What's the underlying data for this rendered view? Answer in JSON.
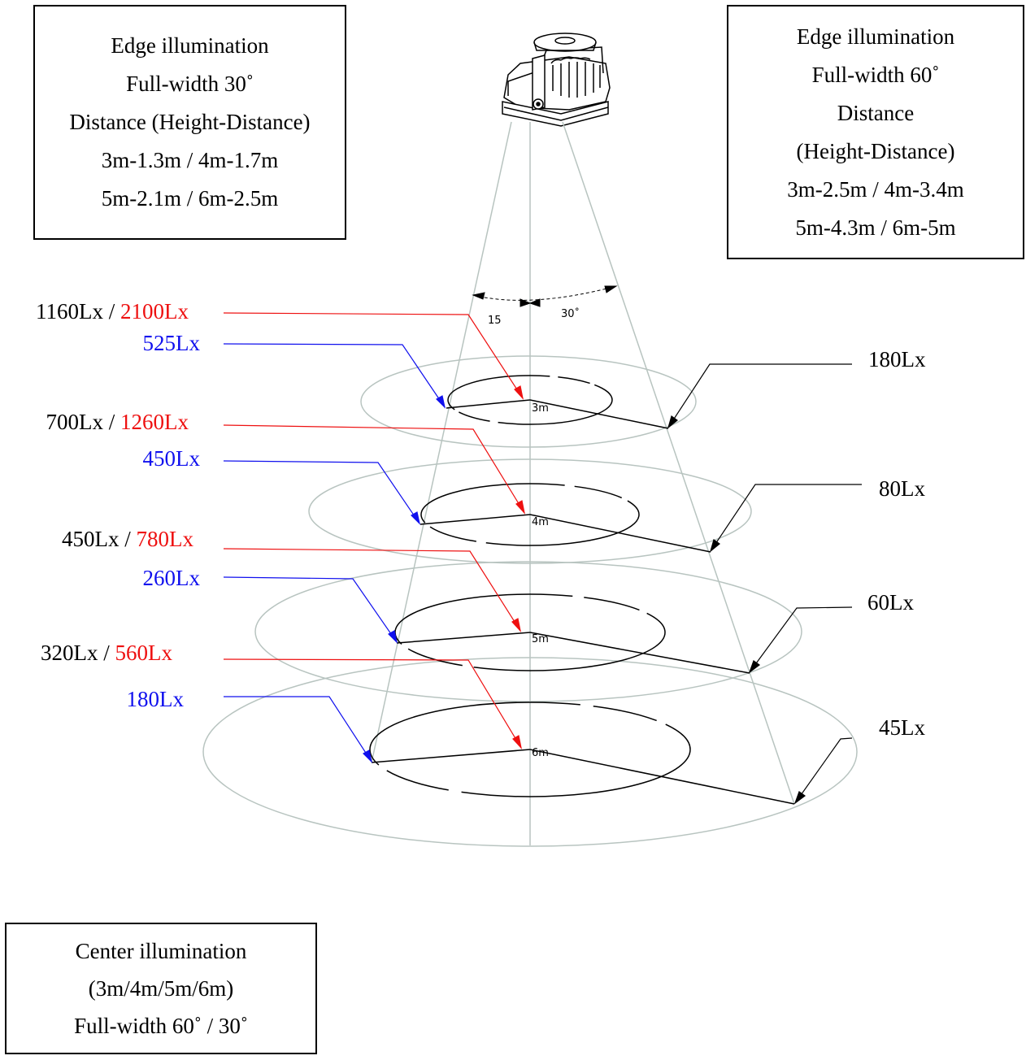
{
  "left_box": {
    "title": "Edge illumination",
    "width": "Full-width 30˚",
    "distance_label": "Distance (Height-Distance)",
    "values_1": "3m-1.3m / 4m-1.7m",
    "values_2": "5m-2.1m / 6m-2.5m"
  },
  "right_box": {
    "title": "Edge illumination",
    "width": "Full-width 60˚",
    "distance_label": "Distance",
    "distance_sub": "(Height-Distance)",
    "values_1": "3m-2.5m / 4m-3.4m",
    "values_2": "5m-4.3m / 6m-5m"
  },
  "bottom_box": {
    "title": "Center illumination",
    "heights": "(3m/4m/5m/6m)",
    "width": "Full-width 60˚ / 30˚"
  },
  "angles": {
    "narrow": "15",
    "wide": "30˚"
  },
  "levels": [
    {
      "height": "3m",
      "center_60": "1160Lx",
      "sep": " / ",
      "center_30": "2100Lx",
      "edge_30": "525Lx",
      "edge_60": "180Lx"
    },
    {
      "height": "4m",
      "center_60": "700Lx",
      "sep": " / ",
      "center_30": "1260Lx",
      "edge_30": "450Lx",
      "edge_60": "80Lx"
    },
    {
      "height": "5m",
      "center_60": "450Lx",
      "sep": " / ",
      "center_30": "780Lx",
      "edge_30": "260Lx",
      "edge_60": "60Lx"
    },
    {
      "height": "6m",
      "center_60": "320Lx",
      "sep": " / ",
      "center_30": "560Lx",
      "edge_30": "180Lx",
      "edge_60": "45Lx"
    }
  ],
  "colors": {
    "center_30": "#ee1010",
    "edge_30": "#1010ee",
    "edge_60": "#000000",
    "cone": "#b8c4c0"
  }
}
